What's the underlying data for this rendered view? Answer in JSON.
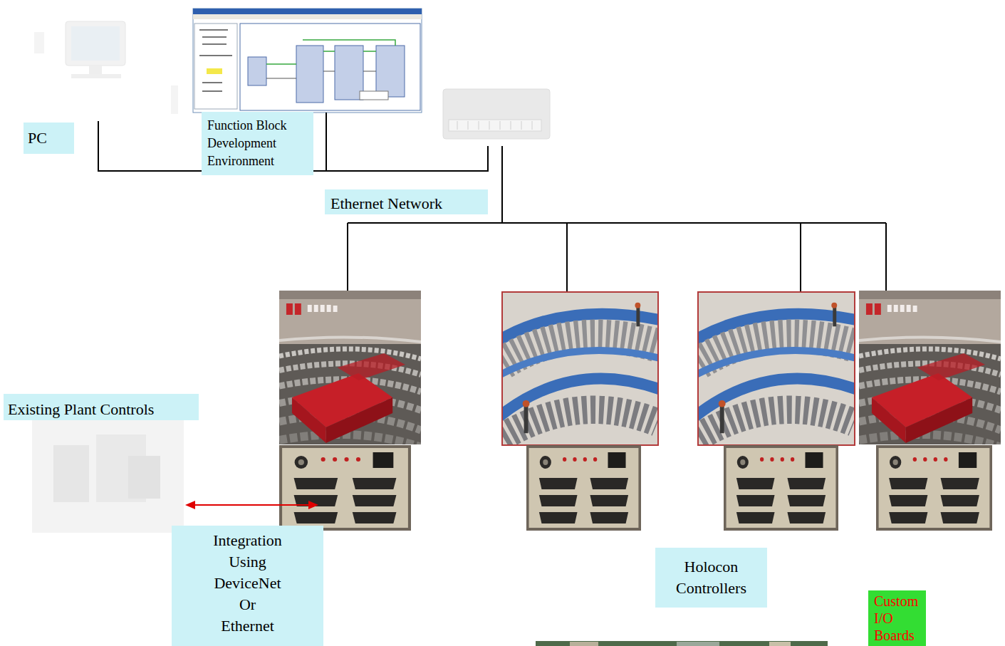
{
  "diagram": {
    "nodes": [
      {
        "text": [
          "PC"
        ]
      },
      {
        "text": [
          "Function Block Development Environment"
        ]
      },
      {
        "text": [
          "Ethernet Network"
        ]
      },
      {
        "text": [
          "Existing Plant Controls"
        ]
      },
      {
        "text": [
          "Integration Using DeviceNet Or Ethernet"
        ]
      },
      {
        "text": [
          "Holocon Controllers"
        ]
      },
      {
        "text": [
          "Custom I/O Boards"
        ]
      }
    ]
  }
}
